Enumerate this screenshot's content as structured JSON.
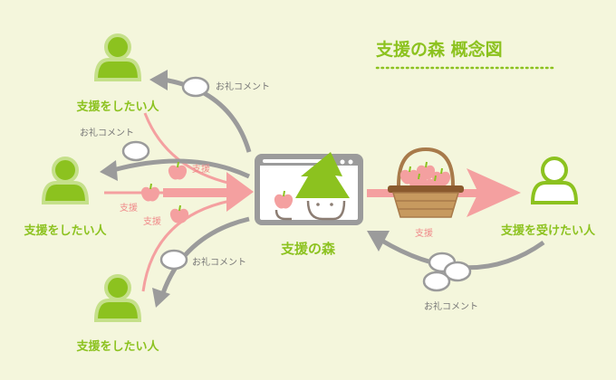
{
  "title": "支援の森 概念図",
  "center": {
    "label": "支援の森"
  },
  "supporters": [
    {
      "label": "支援をしたい人"
    },
    {
      "label": "支援をしたい人"
    },
    {
      "label": "支援をしたい人"
    }
  ],
  "recipient": {
    "label": "支援を受けたい人"
  },
  "support_labels": [
    "支援",
    "支援",
    "支援",
    "支援"
  ],
  "thanks_labels": [
    "お礼コメント",
    "お礼コメント",
    "お礼コメント",
    "お礼コメント"
  ],
  "colors": {
    "background": "#f4f6dc",
    "green": "#8cc21f",
    "pink": "#f4a0a0",
    "gray": "#9b9b9b"
  }
}
